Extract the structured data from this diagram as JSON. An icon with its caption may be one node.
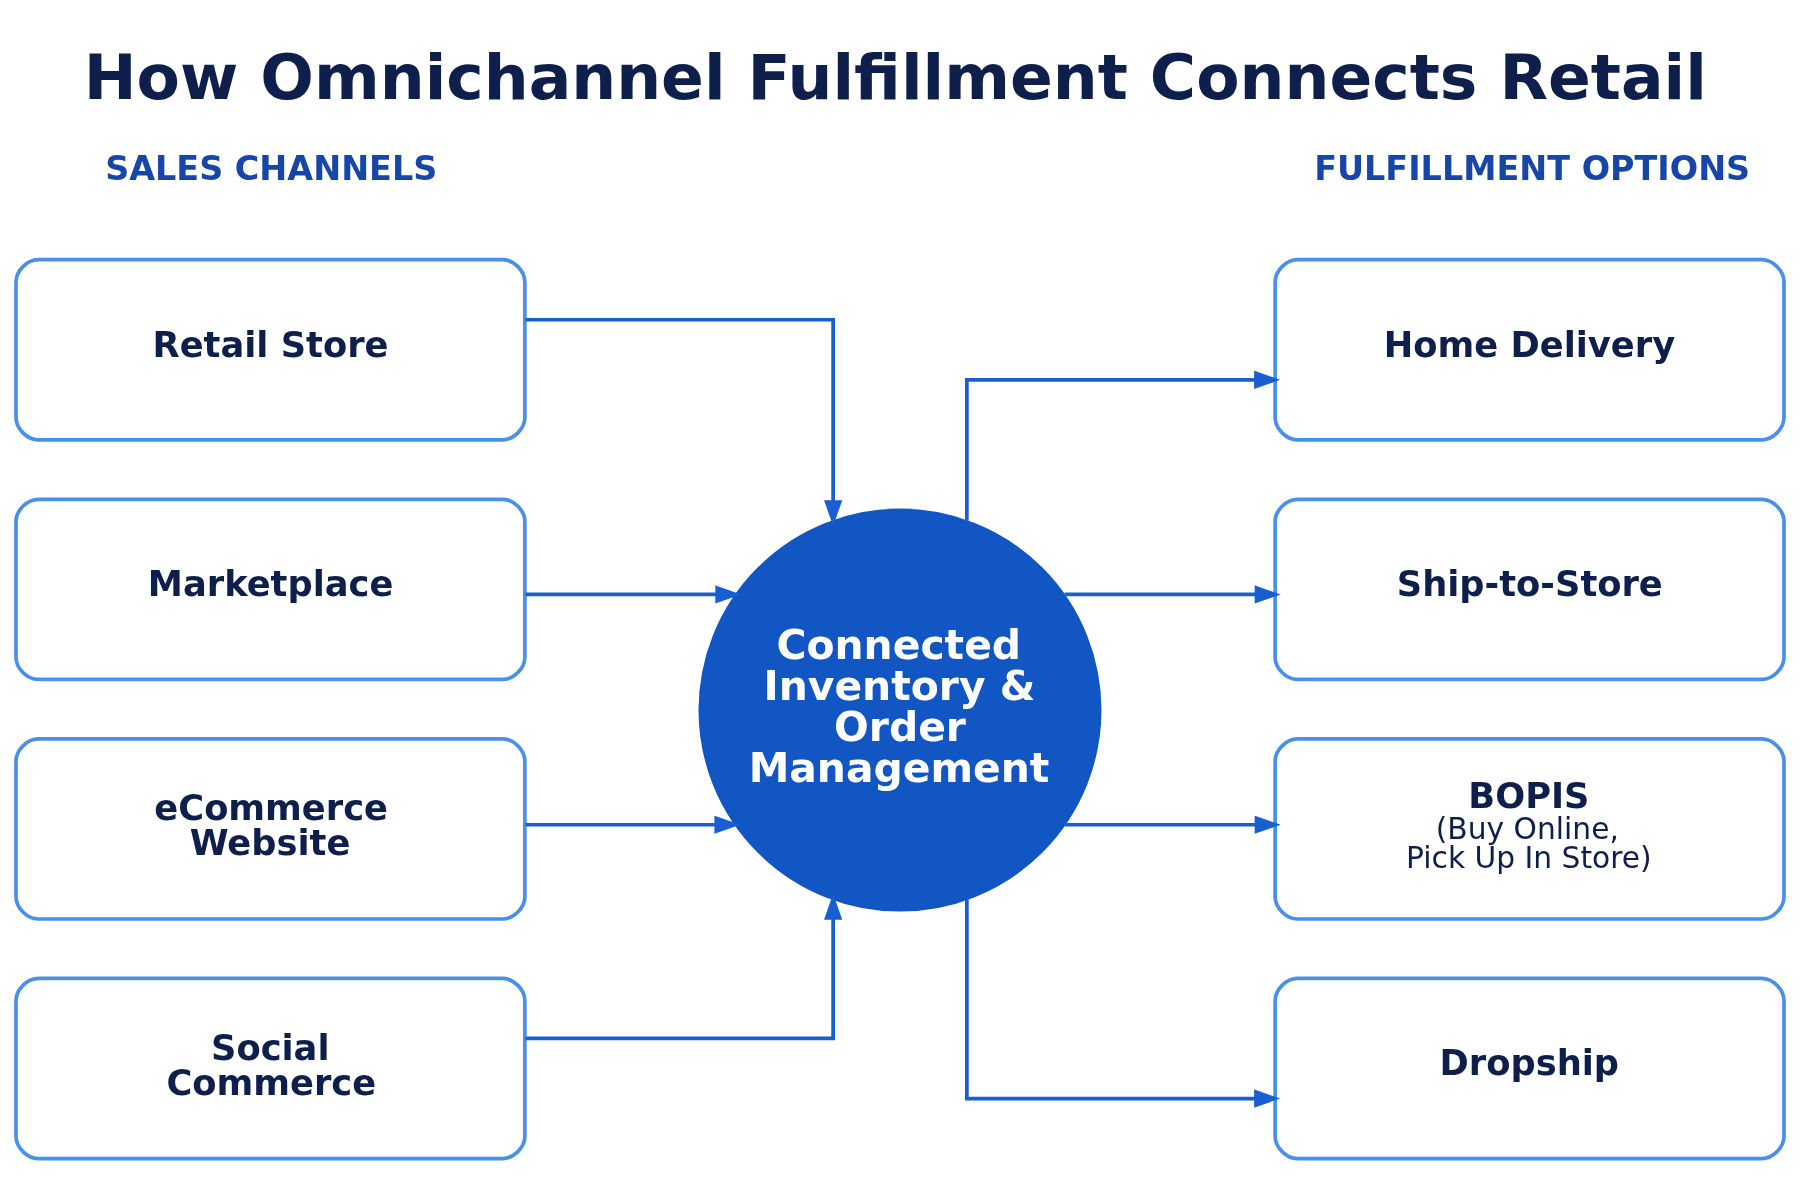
{
  "diagram": {
    "title": "How Omnichannel Fulfillment Connects Retail",
    "nodes": [
      {
        "text": [
          "Retail Store"
        ]
      },
      {
        "text": [
          "Marketplace"
        ]
      },
      {
        "text": [
          "eCommerce Website"
        ]
      },
      {
        "text": [
          "Social Commerce"
        ]
      },
      {
        "text": [
          "Connected Inventory & Order Management"
        ]
      },
      {
        "text": [
          "Home Delivery"
        ]
      },
      {
        "text": [
          "Ship-to-Store"
        ]
      },
      {
        "text": [
          "BOPIS",
          "(Buy Online, Pick Up In Store)"
        ]
      },
      {
        "text": [
          "Dropship"
        ]
      }
    ],
    "edges": [
      {
        "from": 0,
        "to": 4,
        "arrow": "to"
      },
      {
        "from": 1,
        "to": 4,
        "arrow": "to"
      },
      {
        "from": 2,
        "to": 4,
        "arrow": "to"
      },
      {
        "from": 3,
        "to": 4,
        "arrow": "to"
      },
      {
        "from": 4,
        "to": 5,
        "arrow": "to"
      },
      {
        "from": 4,
        "to": 6,
        "arrow": "to"
      },
      {
        "from": 4,
        "to": 7,
        "arrow": "to"
      },
      {
        "from": 4,
        "to": 8,
        "arrow": "to"
      }
    ],
    "labels": [
      "SALES CHANNELS",
      "FULFILLMENT OPTIONS"
    ]
  }
}
